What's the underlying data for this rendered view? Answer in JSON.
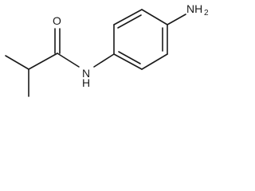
{
  "structure": {
    "atoms": {
      "oxygen": "O",
      "amide_nitrogen": "N",
      "amide_hydrogen": "H",
      "amine": "NH",
      "amine_subscript": "2"
    }
  }
}
